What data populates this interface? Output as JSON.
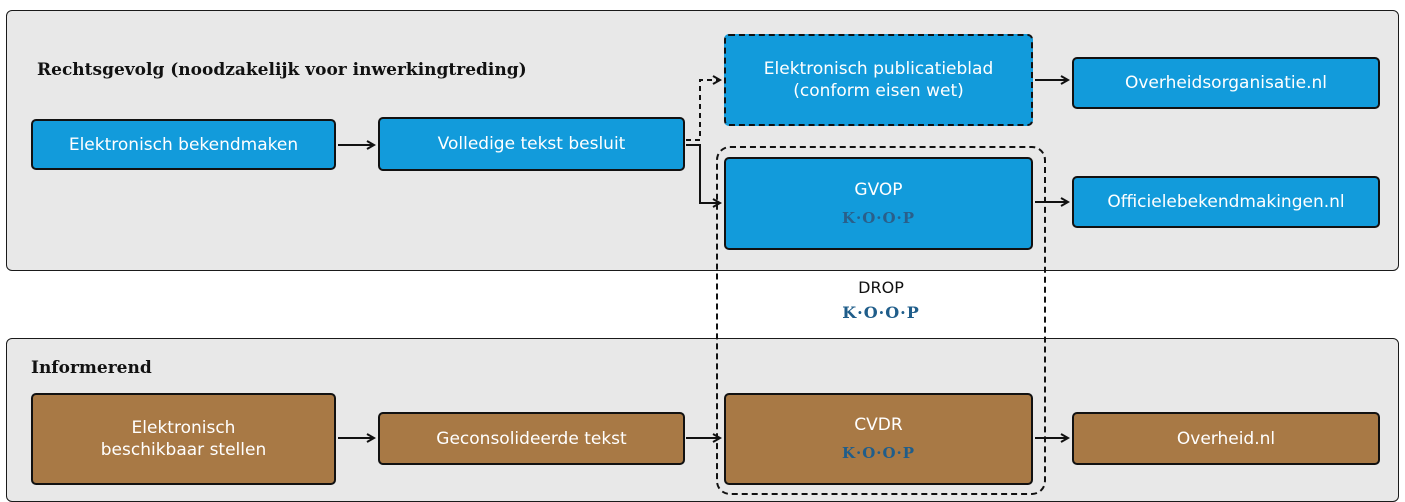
{
  "panels": {
    "top_title": "Rechtsgevolg (noodzakelijk voor inwerkingtreding)",
    "bottom_title": "Informerend"
  },
  "boxes": {
    "elektronisch_bekendmaken": "Elektronisch bekendmaken",
    "volledige_tekst": "Volledige tekst besluit",
    "publicatieblad_line1": "Elektronisch publicatieblad",
    "publicatieblad_line2": "(conform eisen wet)",
    "overheidsorganisatie": "Overheidsorganisatie.nl",
    "gvop": "GVOP",
    "gvop_logo": "K·O·O·P",
    "officielebekendmakingen": "Officielebekendmakingen.nl",
    "beschikbaar_line1": "Elektronisch",
    "beschikbaar_line2": "beschikbaar stellen",
    "geconsolideerde": "Geconsolideerde tekst",
    "cvdr": "CVDR",
    "cvdr_logo": "K·O·O·P",
    "overheid": "Overheid.nl"
  },
  "drop": {
    "label": "DROP",
    "logo": "K·O·O·P"
  },
  "colors": {
    "blue": "#129bdb",
    "brown": "#a87945",
    "panel": "#e8e8e8",
    "koop": "#1f5d8a"
  }
}
